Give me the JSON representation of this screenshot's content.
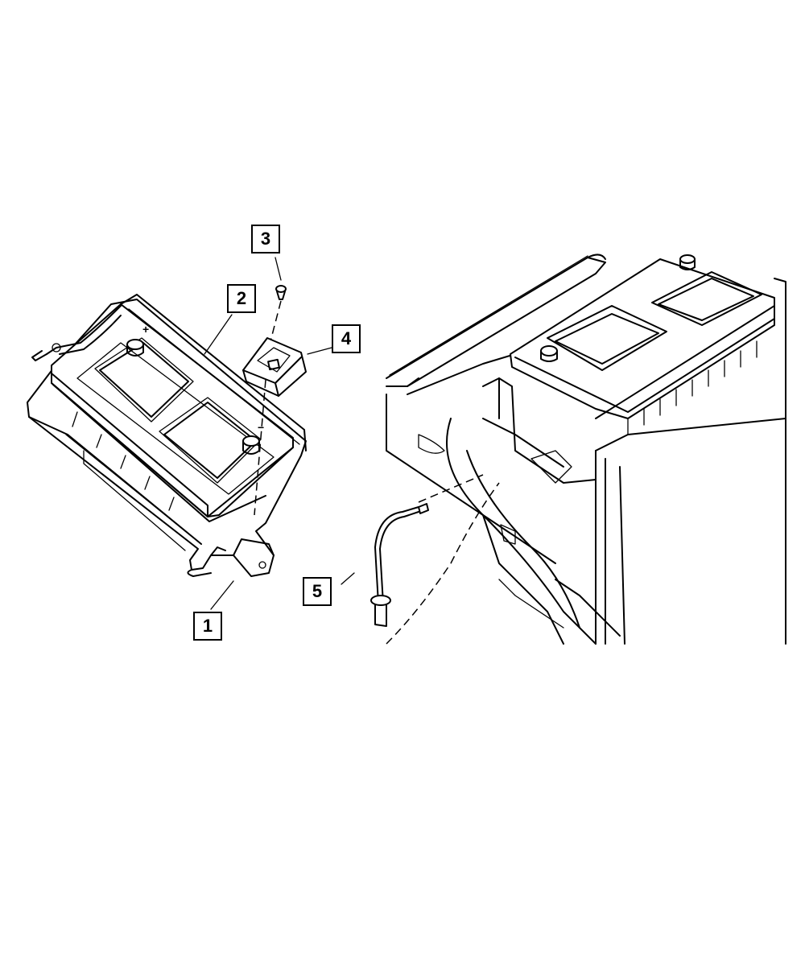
{
  "callouts": [
    {
      "id": "1",
      "label": "1"
    },
    {
      "id": "2",
      "label": "2"
    },
    {
      "id": "3",
      "label": "3"
    },
    {
      "id": "4",
      "label": "4"
    },
    {
      "id": "5",
      "label": "5"
    }
  ],
  "battery_marks": {
    "positive": "+",
    "negative": "−"
  }
}
